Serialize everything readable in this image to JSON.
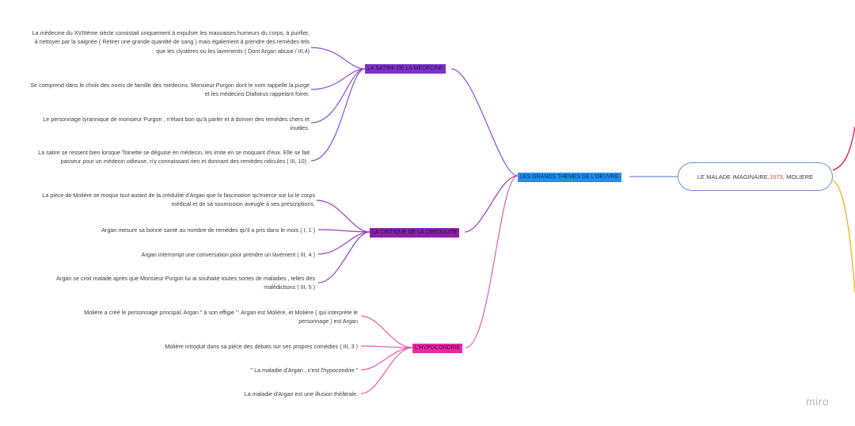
{
  "root": {
    "title_before": "LE MALADE IMAGINAIRE, ",
    "year": "1673",
    "title_after": ", MOLIERE"
  },
  "hub": {
    "label": "LES GRANDS THEMES DE L'OEUVRE"
  },
  "branches": {
    "satire": {
      "label": "LA SATIRE DE LA MEDECINE",
      "leaves": [
        "La médecine du XVIIIème siècle consistait uniquement à expulser les mauvaises humeurs du corps, à purifier, à nettoyer par la saignée ( Retirer une grande quantité de sang ) mais également à prendre des remèdes tels que les clystères ou les lavements ( Dont Argan abuse / III,4)",
        "Se comprend dans le choix des noms de famille des médecins. Monsieur Purgon dont le nom rappelle la purge et les médecins Diafoirus rappelant foirer.",
        "Le personnage tyrannique de monsieur Purgon , n'étant bon qu'à parler et à donner des remèdes chers et inutiles.",
        "La satire se ressent bien lorsque Toinette se déguise en médecin, les imite en se moquant d'eux. Elle se fait passeur pour un médecin odieuse, n'y connaissant rien et donnant des remèdes ridicules ( III, 10) ."
      ]
    },
    "critique": {
      "label": "LA CRITIQUE DE LA CREDULITE",
      "leaves": [
        "La pièce de Molière se moque tout autant de la crédulité d'Argan que la fascination qu'exerce sur lui le corps médical et de sa soumission aveugle à ses prescriptions.",
        "Argan mesure sa bonne santé au nombre de remèdes qu'il a pris dans le mois ( I, 1 )",
        "Argan interrompt une conversation pour prendre un lavement ( III, 4 )",
        "Argan se croit malade après que Monsieur Purgon lui ai souhaité toutes sortes de maladies , telles des malédictions ( III, 5 )"
      ]
    },
    "hypocondrie": {
      "label": "L'HYPOCONDRIE",
      "leaves": [
        "Molière a créé le personnage principal, Argan \" à son effigie \": Argan est Molière, et Molière ( qui interprète le personnage ) est Argan",
        "Molière introduit dans sa pièce des débats sur ses propres comédies ( III, 3 )",
        "\" La maladie d'Argan , c'est l'hypocondrie \"",
        "La maladie d'Argan est une illusion théâtrale."
      ]
    }
  },
  "colors": {
    "satire": "#7b34c9",
    "critique": "#8d1fa8",
    "hypocondrie": "#e62aa2",
    "themes": "#2a8ee6",
    "root_border": "#6f8fd0",
    "right_branch_top": "#e0245e",
    "right_branch_bottom": "#f0b429"
  },
  "brand": "miro"
}
